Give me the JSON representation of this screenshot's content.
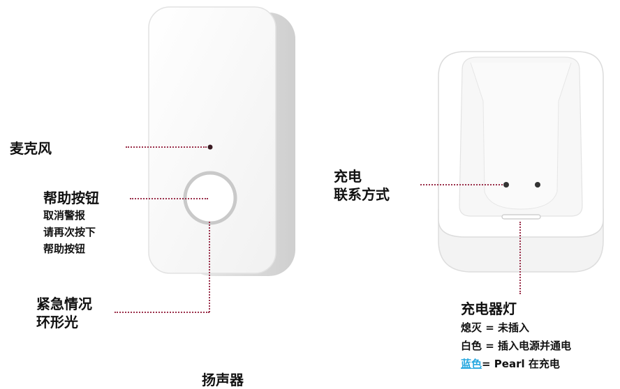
{
  "labels": {
    "microphone": "麦克风",
    "help_button_title": "帮助按钮",
    "help_button_line1": "取消警报",
    "help_button_line2": "请再次按下",
    "help_button_line3": "帮助按钮",
    "emergency_line1": "紧急情况",
    "emergency_line2": "环形光",
    "charge_line1": "充电",
    "charge_line2": "联系方式",
    "charger_light_title": "充电器灯",
    "charger_off": "熄灭 = 未插入",
    "charger_white": "白色 = 插入电源并通电",
    "charger_blue_word": "蓝色",
    "charger_blue_rest": "= Pearl 在充电",
    "speaker_partial": "扬声器"
  },
  "colors": {
    "leader": "#9a2f4a",
    "blue_highlight": "#29a9e0",
    "ring": "#c9c9c9"
  }
}
